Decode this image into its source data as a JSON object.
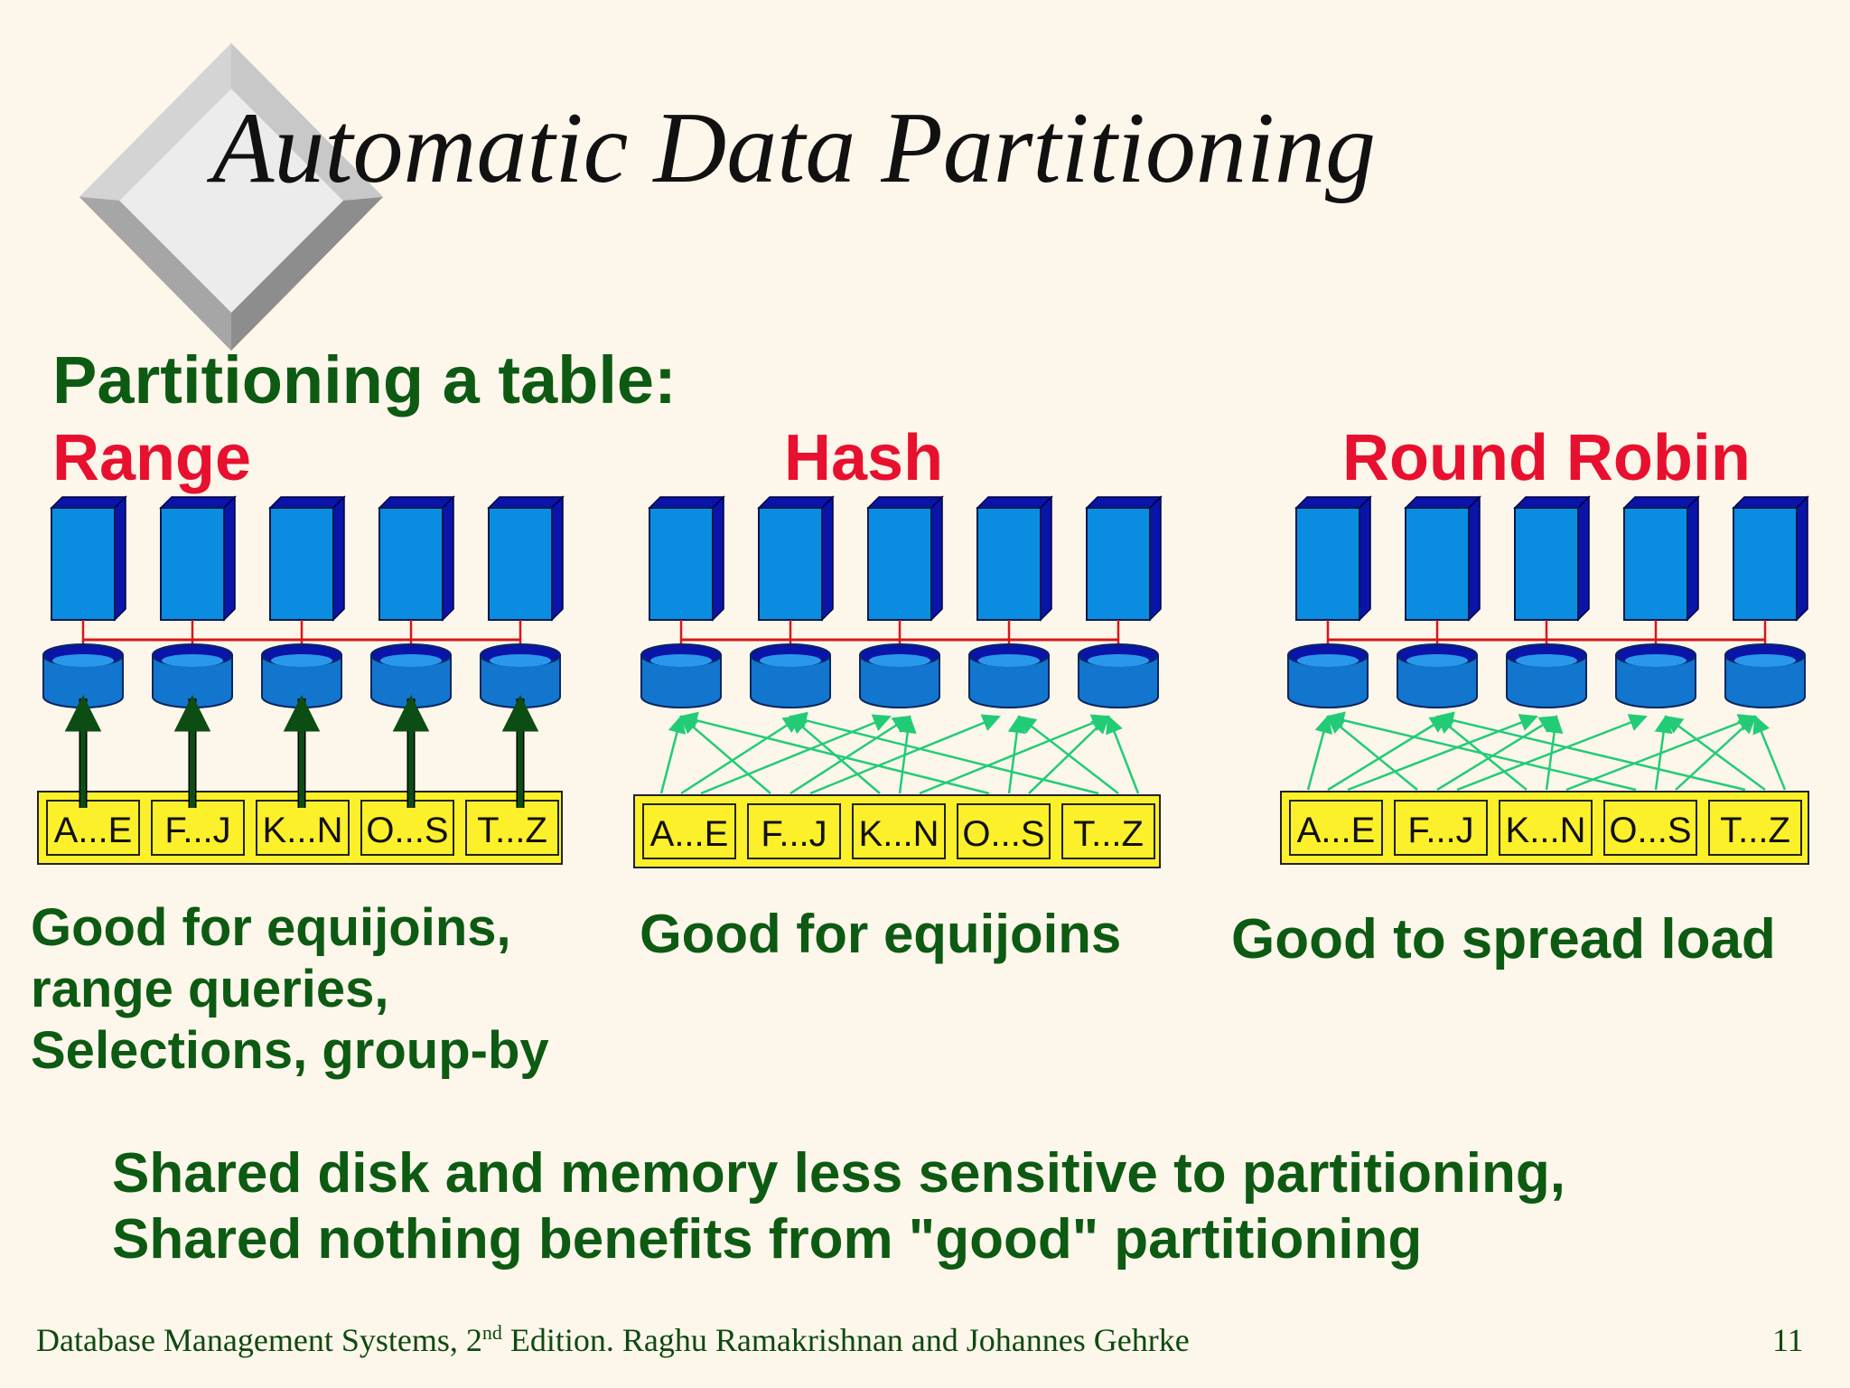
{
  "slide": {
    "title": "Automatic Data Partitioning",
    "subtitle": "Partitioning a table:",
    "methods": [
      {
        "name": "Range",
        "note_lines": [
          "Good for equijoins,",
          "range queries,",
          "Selections, group-by"
        ]
      },
      {
        "name": "Hash",
        "note_lines": [
          "Good for equijoins"
        ]
      },
      {
        "name": "Round Robin",
        "note_lines": [
          "Good to spread load"
        ]
      }
    ],
    "partition_labels": [
      "A...E",
      "F...J",
      "K...N",
      "O...S",
      "T...Z"
    ],
    "bottom_text": [
      "Shared disk and memory less sensitive to partitioning,",
      "Shared nothing benefits from \"good\" partitioning"
    ],
    "footer": {
      "citation_prefix": "Database Management Systems, 2",
      "citation_sup": "nd",
      "citation_suffix": " Edition. Raghu Ramakrishnan and Johannes Gehrke",
      "page_number": "11"
    }
  },
  "colors": {
    "background": "#fdf6ea",
    "green_text": "#0d5a13",
    "red_label": "#e8102f",
    "processor_front": "#0a8de0",
    "processor_side": "#0a14a8",
    "disk_top": "#2a98ea",
    "partition_fill": "#fcf02a",
    "range_arrow": "#0c4d14",
    "scatter_arrow": "#22cc77",
    "interconnect": "#d41818"
  }
}
